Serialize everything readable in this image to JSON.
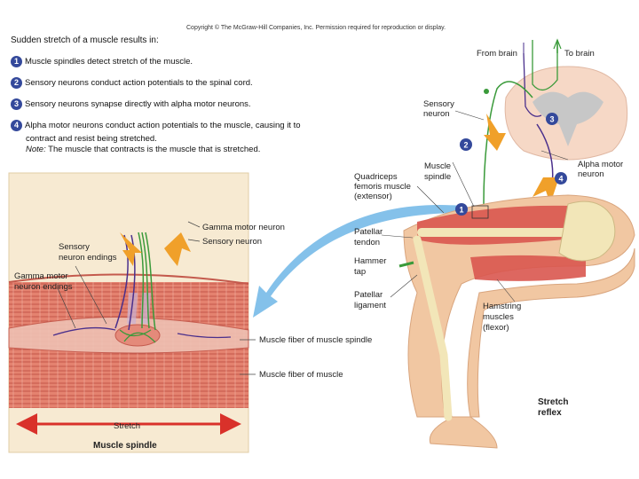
{
  "copyright": "Copyright © The McGraw-Hill Companies, Inc. Permission required for reproduction or display.",
  "intro": "Sudden stretch of a muscle results in:",
  "steps": [
    {
      "num": "1",
      "text": "Muscle spindles detect stretch of the muscle."
    },
    {
      "num": "2",
      "text": "Sensory neurons conduct action potentials to the spinal cord."
    },
    {
      "num": "3",
      "text": "Sensory neurons synapse directly with alpha motor neurons."
    },
    {
      "num": "4",
      "text": "Alpha motor neurons conduct action potentials to the muscle, causing it to",
      "text2": "contract and resist being stretched."
    }
  ],
  "note": {
    "label": "Note:",
    "text": " The muscle that contracts is the muscle that is stretched."
  },
  "spindle_labels": {
    "gamma_motor_neuron": "Gamma motor neuron",
    "sensory_neuron": "Sensory neuron",
    "sensory_endings_1": "Sensory",
    "sensory_endings_2": "neuron endings",
    "gamma_endings_1": "Gamma motor",
    "gamma_endings_2": "neuron endings",
    "fiber_spindle": "Muscle fiber of muscle spindle",
    "fiber_muscle": "Muscle fiber of muscle",
    "stretch": "Stretch",
    "title": "Muscle spindle"
  },
  "reflex_labels": {
    "from_brain": "From brain",
    "to_brain": "To brain",
    "sensory_neuron_1": "Sensory",
    "sensory_neuron_2": "neuron",
    "muscle_spindle_1": "Muscle",
    "muscle_spindle_2": "spindle",
    "quadriceps_1": "Quadriceps",
    "quadriceps_2": "femoris muscle",
    "quadriceps_3": "(extensor)",
    "alpha_1": "Alpha motor",
    "alpha_2": "neuron",
    "patellar_tendon_1": "Patellar",
    "patellar_tendon_2": "tendon",
    "hammer_1": "Hammer",
    "hammer_2": "tap",
    "patellar_lig_1": "Patellar",
    "patellar_lig_2": "ligament",
    "hamstring_1": "Hamstring",
    "hamstring_2": "muscles",
    "hamstring_3": "(flexor)",
    "reflex_1": "Stretch",
    "reflex_2": "reflex"
  },
  "markers": [
    "1",
    "2",
    "3",
    "4"
  ],
  "colors": {
    "accent": "#34499b",
    "muscle": "#d9574f",
    "skin": "#f1c7a2",
    "bone": "#f2e6b8",
    "sensory": "#3a9a3a",
    "motor": "#4a2f8c",
    "arrow_orange": "#f0a02a",
    "arrow_blue": "#6fb6e6"
  }
}
